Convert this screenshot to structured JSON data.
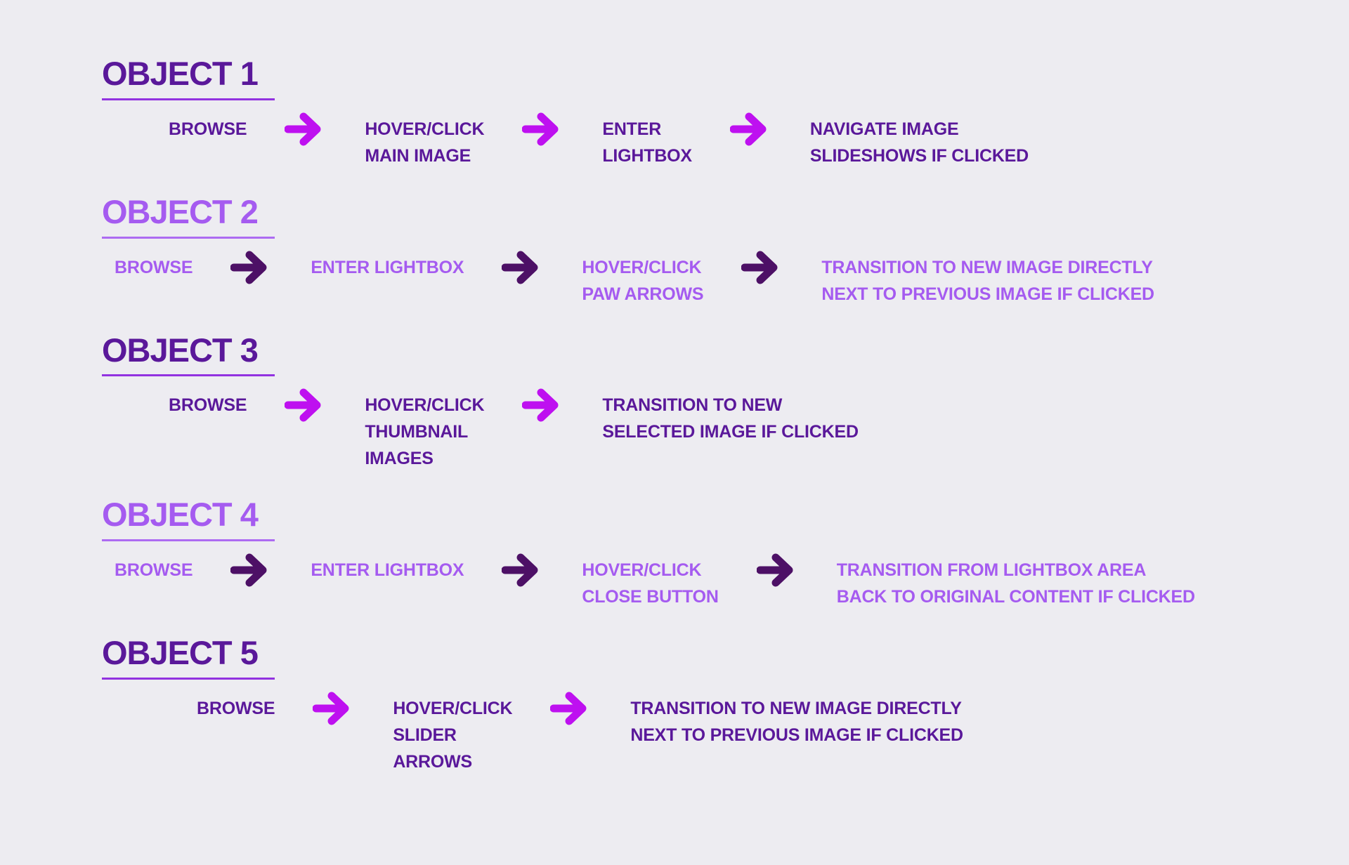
{
  "colors": {
    "background": "#EDECF1",
    "dark_purple_text": "#5A189A",
    "light_purple_text": "#A55BF0",
    "magenta_arrow": "#BE10F0",
    "deep_purple_arrow": "#4D1066",
    "underline_dark_section": "#9232E0",
    "underline_light_section": "#AD6BF2"
  },
  "sections": [
    {
      "title": "OBJECT 1",
      "theme": "dark",
      "steps": [
        {
          "lines": [
            "BROWSE"
          ]
        },
        {
          "lines": [
            "HOVER/CLICK",
            "MAIN IMAGE"
          ]
        },
        {
          "lines": [
            "ENTER",
            "LIGHTBOX"
          ]
        },
        {
          "lines": [
            "NAVIGATE IMAGE",
            "SLIDESHOWS IF CLICKED"
          ]
        }
      ]
    },
    {
      "title": "OBJECT 2",
      "theme": "light",
      "steps": [
        {
          "lines": [
            "BROWSE"
          ]
        },
        {
          "lines": [
            "ENTER LIGHTBOX"
          ]
        },
        {
          "lines": [
            "HOVER/CLICK",
            "PAW ARROWS"
          ]
        },
        {
          "lines": [
            "TRANSITION TO NEW IMAGE DIRECTLY",
            "NEXT TO PREVIOUS IMAGE IF CLICKED"
          ]
        }
      ]
    },
    {
      "title": "OBJECT 3",
      "theme": "dark",
      "steps": [
        {
          "lines": [
            "BROWSE"
          ]
        },
        {
          "lines": [
            "HOVER/CLICK",
            "THUMBNAIL",
            "IMAGES"
          ]
        },
        {
          "lines": [
            "TRANSITION TO NEW",
            "SELECTED IMAGE IF CLICKED"
          ]
        }
      ]
    },
    {
      "title": "OBJECT 4",
      "theme": "light",
      "steps": [
        {
          "lines": [
            "BROWSE"
          ]
        },
        {
          "lines": [
            "ENTER LIGHTBOX"
          ]
        },
        {
          "lines": [
            "HOVER/CLICK",
            "CLOSE BUTTON"
          ]
        },
        {
          "lines": [
            "TRANSITION FROM LIGHTBOX AREA",
            "BACK TO ORIGINAL CONTENT IF CLICKED"
          ]
        }
      ]
    },
    {
      "title": "OBJECT 5",
      "theme": "dark",
      "steps": [
        {
          "lines": [
            "BROWSE"
          ]
        },
        {
          "lines": [
            "HOVER/CLICK",
            "SLIDER",
            "ARROWS"
          ]
        },
        {
          "lines": [
            "TRANSITION TO NEW IMAGE DIRECTLY",
            "NEXT TO PREVIOUS IMAGE IF CLICKED"
          ]
        }
      ]
    }
  ]
}
